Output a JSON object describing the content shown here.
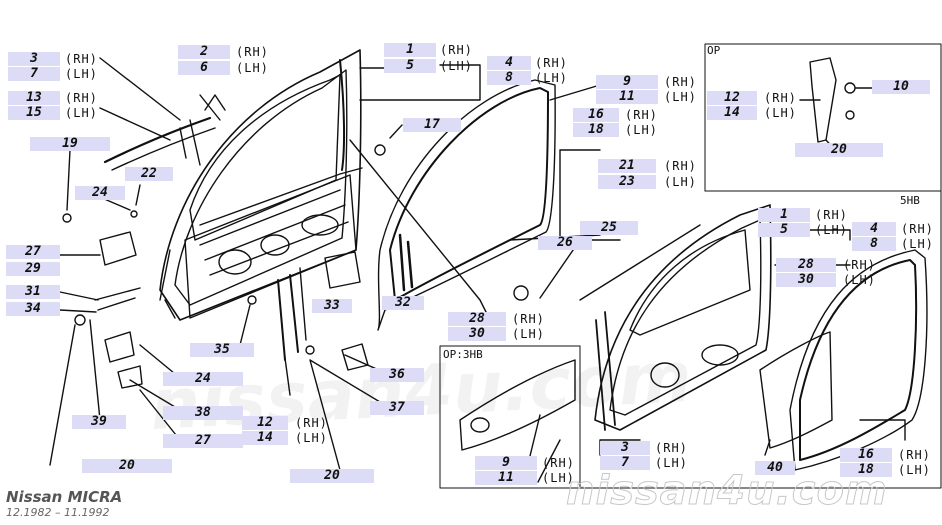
{
  "title": "Nissan MICRA",
  "years": "12.1982 – 11.1992",
  "watermark": "nissan4u.com",
  "box_titles": {
    "op": "OP",
    "shb": "5HB",
    "op3hb": "OP:3HB"
  },
  "side": {
    "rh": "(RH)",
    "lh": "(LH)"
  },
  "callouts": [
    "1",
    "2",
    "3",
    "4",
    "5",
    "6",
    "7",
    "8",
    "9",
    "10",
    "11",
    "12",
    "13",
    "14",
    "15",
    "16",
    "17",
    "18",
    "19",
    "20",
    "21",
    "22",
    "23",
    "24",
    "25",
    "26",
    "27",
    "28",
    "29",
    "30",
    "31",
    "32",
    "33",
    "34",
    "35",
    "36",
    "37",
    "38",
    "39",
    "40"
  ]
}
